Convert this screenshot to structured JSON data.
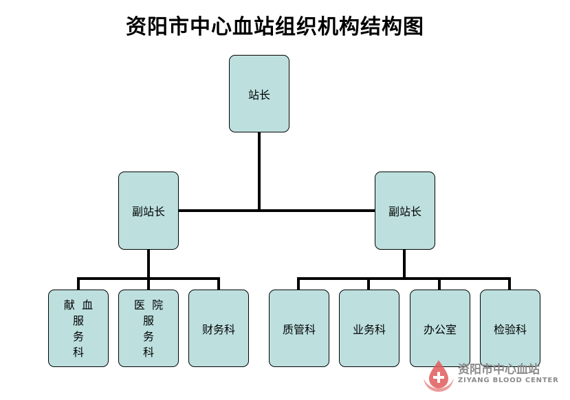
{
  "title": "资阳市中心血站组织机构结构图",
  "nodes": {
    "director": "站长",
    "deputy_left": "副站长",
    "deputy_right": "副站长",
    "blood_donation": "献  血\n服\n务\n科",
    "hospital_service": "医  院\n服\n务\n科",
    "finance": "财务科",
    "quality": "质管科",
    "business": "业务科",
    "office": "办公室",
    "inspection": "检验科"
  },
  "logo": {
    "name": "资阳市中心血站",
    "english": "ZIYANG BLOOD CENTER"
  },
  "colors": {
    "box_fill": "#bde0df",
    "logo_red": "#e05a5a",
    "logo_text": "#8a8a8a"
  }
}
